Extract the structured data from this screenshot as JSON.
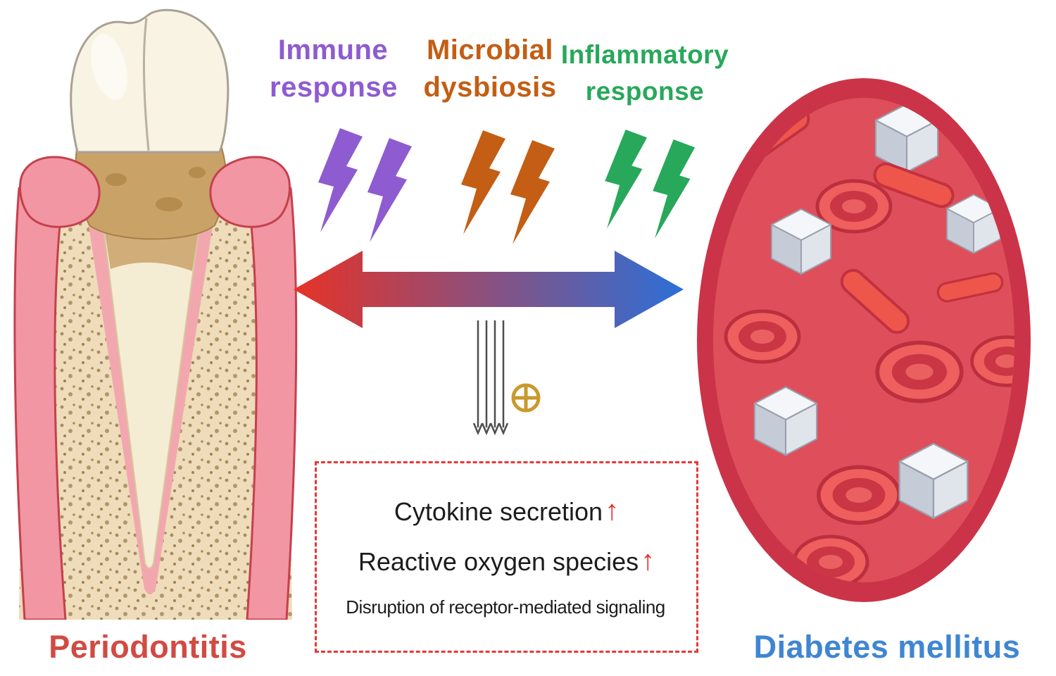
{
  "figure": {
    "left_label": "Periodontitis",
    "left_color": "#d14b43",
    "right_label": "Diabetes mellitus",
    "right_color": "#3f86d2"
  },
  "factors": [
    {
      "line1": "Immune",
      "line2": "response",
      "color": "#8e5bd0"
    },
    {
      "line1": "Microbial",
      "line2": "dysbiosis",
      "color": "#c35e14"
    },
    {
      "line1": "Inflammatory",
      "line2": "response",
      "color": "#28a85a"
    }
  ],
  "effects": {
    "arrow_color": "#e03434",
    "items": [
      {
        "text": "Cytokine secretion",
        "suffix": "↑"
      },
      {
        "text": "Reactive oxygen species",
        "suffix": "↑"
      },
      {
        "text": "Disruption of receptor-mediated signaling",
        "suffix": ""
      }
    ]
  },
  "icons": {
    "plus_circle": "⊕"
  },
  "colors": {
    "arrow_gradient_left": "#e63226",
    "arrow_gradient_right": "#2d6fd8",
    "dashed_box_border": "#e53939",
    "plus_circle_gold": "#c9992b"
  }
}
